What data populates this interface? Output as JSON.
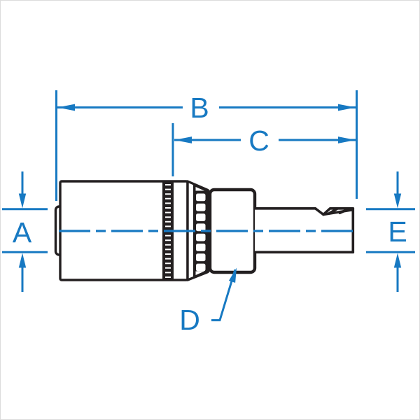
{
  "diagram": {
    "labels": {
      "A": "A",
      "B": "B",
      "C": "C",
      "D": "D",
      "E": "E"
    }
  },
  "colors": {
    "dimension_blue": "#1779C2",
    "part_outline": "#231F20",
    "background": "#FFFFFF"
  }
}
